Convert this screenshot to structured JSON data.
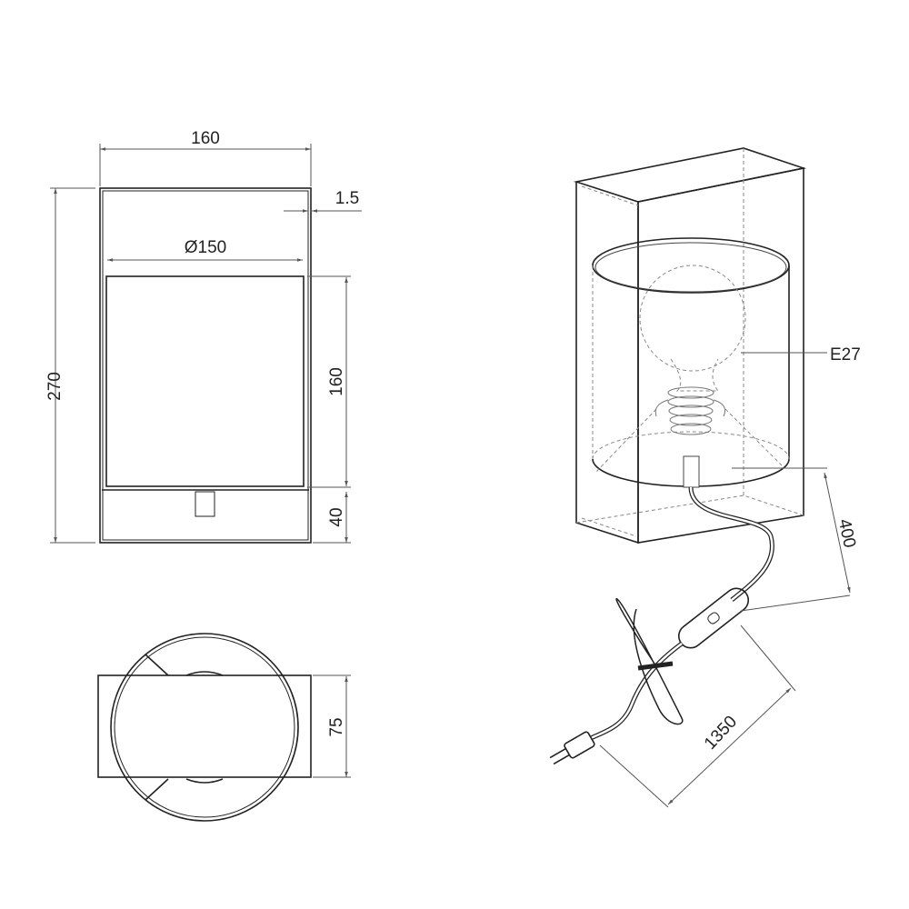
{
  "front_view": {
    "width": "160",
    "wall": "1.5",
    "shade_diameter": "Ø150",
    "height": "270",
    "shade_height": "160",
    "base_height": "40"
  },
  "top_view": {
    "depth": "75"
  },
  "iso_view": {
    "socket": "E27",
    "cord_to_switch": "400",
    "cord_length": "1350"
  }
}
